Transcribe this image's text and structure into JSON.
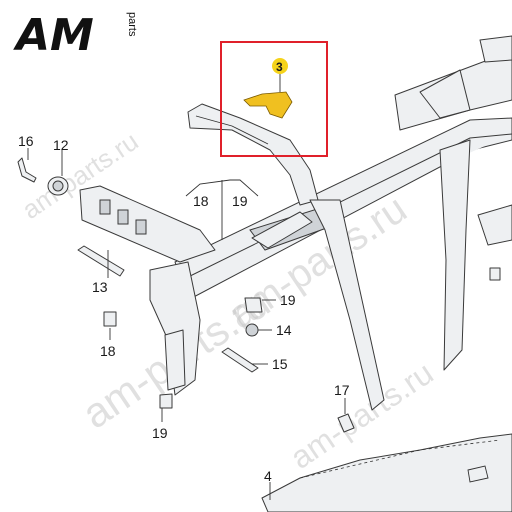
{
  "logo": {
    "text": "AM",
    "suffix": "parts",
    "colors": {
      "primary": "#111111"
    }
  },
  "watermarks": [
    "am-parts.ru",
    "am-parts.ru",
    "am-parts.ru",
    "am-parts.ru"
  ],
  "highlight": {
    "color": "#e0202a",
    "part_color": "#f0c020",
    "badge_color": "#f5d31a"
  },
  "labels": {
    "p3": "3",
    "p16": "16",
    "p12": "12",
    "p18a": "18",
    "p19a": "19",
    "p13": "13",
    "p19b": "19",
    "p14": "14",
    "p18b": "18",
    "p15": "15",
    "p17": "17",
    "p19c": "19",
    "p4": "4"
  }
}
